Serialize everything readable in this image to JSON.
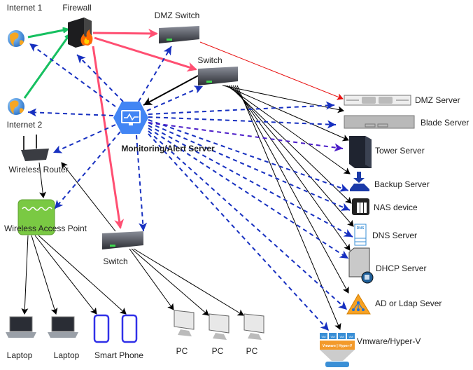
{
  "colors": {
    "internet_link": "#16c060",
    "firewall_link": "#ff4f72",
    "monitor_link": "#1730c0",
    "monitor_link_tower": "#4b1cc8",
    "wired": "#000000",
    "dmz_link": "#e81010",
    "monitor_icon": "#4285f4",
    "wap": "#7ac943"
  },
  "nodes": {
    "internet1": {
      "label": "Internet 1",
      "icon": "globe-icon"
    },
    "internet2": {
      "label": "Internet 2",
      "icon": "globe-icon"
    },
    "firewall": {
      "label": "Firewall",
      "icon": "firewall-icon"
    },
    "dmz_switch": {
      "label": "DMZ Switch",
      "icon": "switch-icon"
    },
    "switch_top": {
      "label": "Switch",
      "icon": "switch-icon"
    },
    "switch_bottom": {
      "label": "Switch",
      "icon": "switch-icon"
    },
    "monitor": {
      "label": "Monitoring/Alert Server",
      "icon": "monitoring-icon"
    },
    "router": {
      "label": "Wireless Router",
      "icon": "router-icon"
    },
    "wap": {
      "label": "Wireless Access Point",
      "icon": "access-point-icon"
    },
    "laptop1": {
      "label": "Laptop",
      "icon": "laptop-icon"
    },
    "laptop2": {
      "label": "Laptop",
      "icon": "laptop-icon"
    },
    "phones": {
      "label": "Smart Phone",
      "icon": "smartphone-icon"
    },
    "pc1": {
      "label": "PC",
      "icon": "pc-icon"
    },
    "pc2": {
      "label": "PC",
      "icon": "pc-icon"
    },
    "pc3": {
      "label": "PC",
      "icon": "pc-icon"
    },
    "dmz_server": {
      "label": "DMZ Server",
      "icon": "rack-server-icon"
    },
    "blade_server": {
      "label": "Blade Server",
      "icon": "blade-server-icon"
    },
    "tower_server": {
      "label": "Tower Server",
      "icon": "tower-server-icon"
    },
    "backup_server": {
      "label": "Backup Server",
      "icon": "backup-icon"
    },
    "nas": {
      "label": "NAS device",
      "icon": "nas-icon"
    },
    "dns": {
      "label": "DNS Server",
      "icon": "dns-icon"
    },
    "dhcp": {
      "label": "DHCP Server",
      "icon": "dhcp-server-icon"
    },
    "ad": {
      "label": "AD or Ldap Sever",
      "icon": "directory-icon"
    },
    "vmware": {
      "label": "Vmware/Hyper-V",
      "icon": "hypervisor-icon",
      "vm_label": "VM",
      "banner": "Vmware | Hyper-V"
    }
  },
  "dns_badge": "DNS"
}
